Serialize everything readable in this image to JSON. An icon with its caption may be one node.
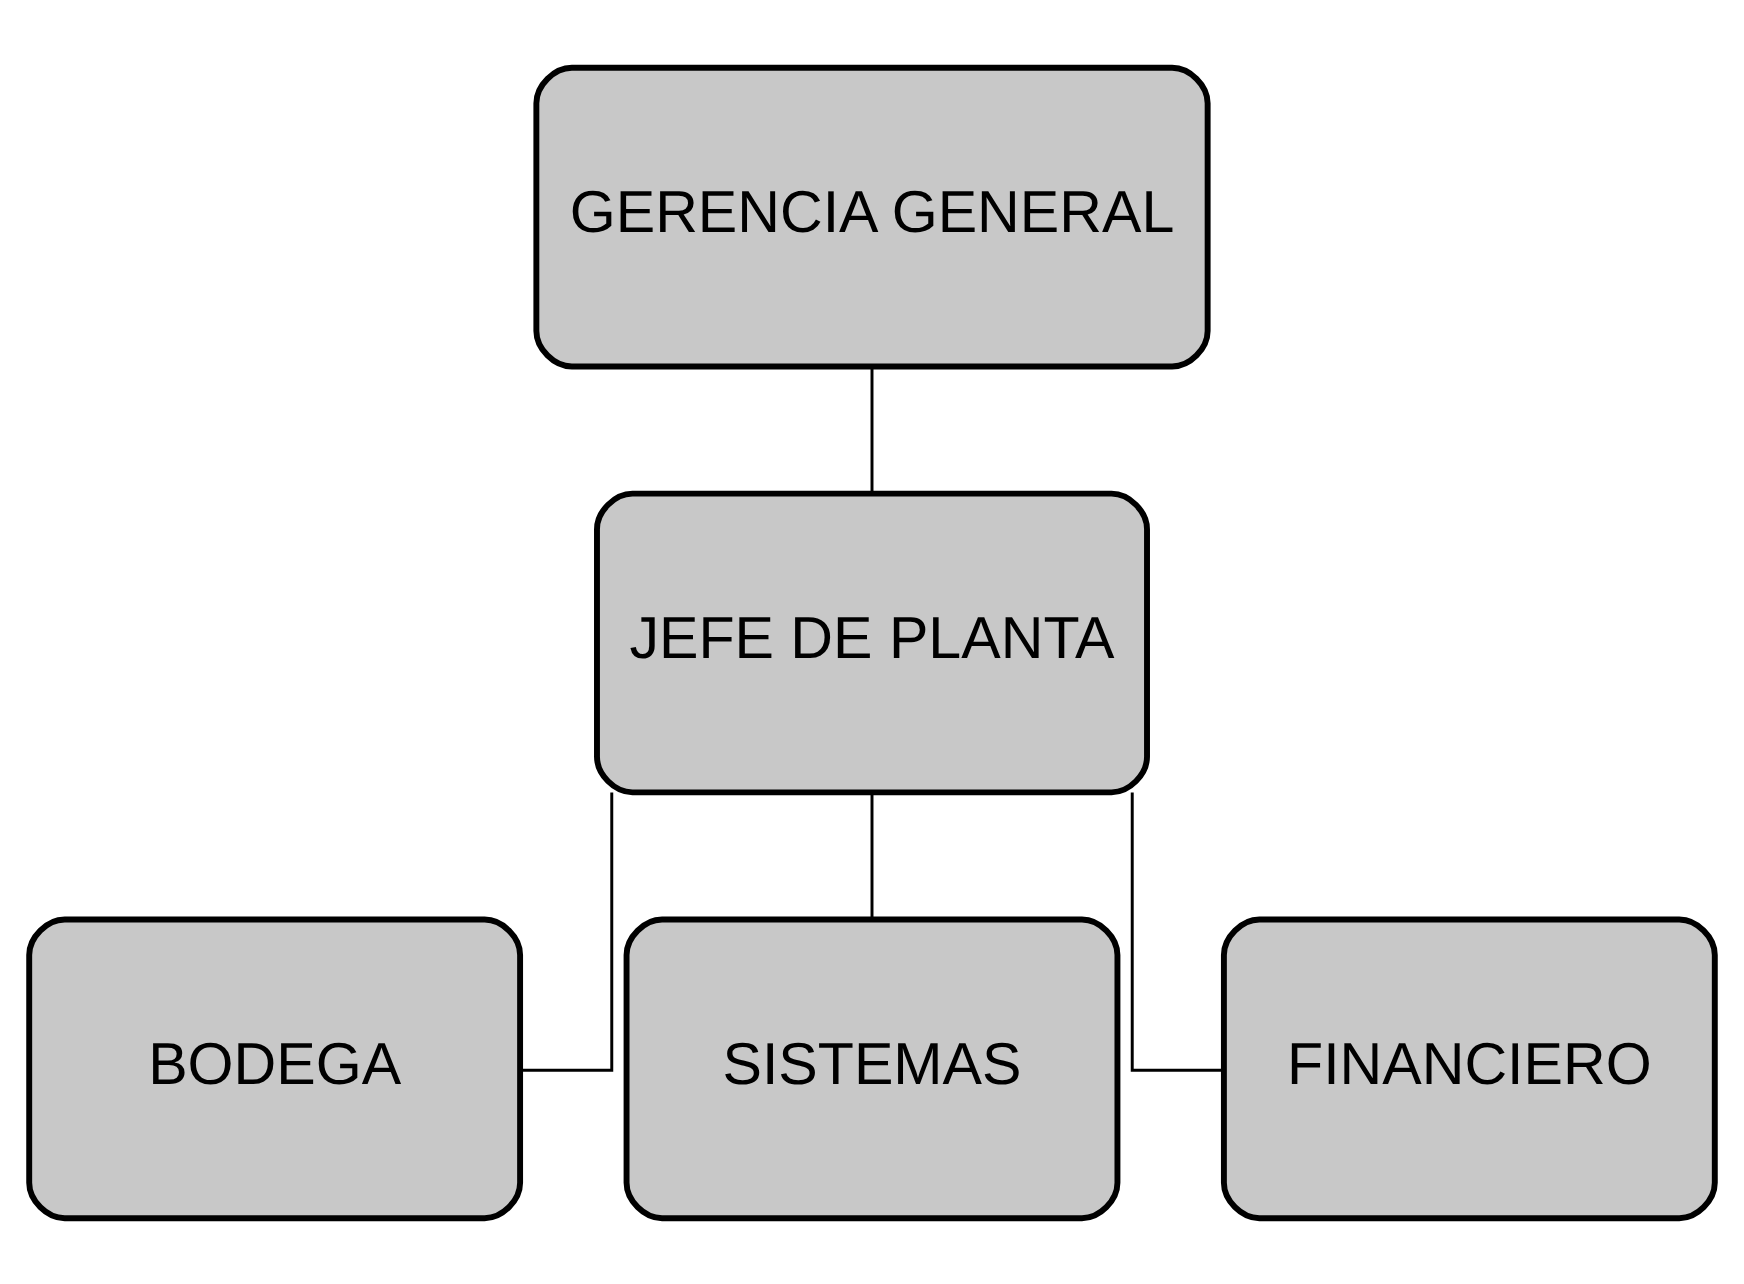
{
  "diagram": {
    "nodes": [
      {
        "text": [
          "GERENCIA GENERAL"
        ]
      },
      {
        "text": [
          "JEFE DE PLANTA"
        ]
      },
      {
        "text": [
          "BODEGA"
        ]
      },
      {
        "text": [
          "SISTEMAS"
        ]
      },
      {
        "text": [
          "FINANCIERO"
        ]
      }
    ],
    "edges": [
      {
        "from": 0,
        "to": 1,
        "arrow": "none"
      },
      {
        "from": 1,
        "to": 2,
        "arrow": "none"
      },
      {
        "from": 1,
        "to": 3,
        "arrow": "none"
      },
      {
        "from": 1,
        "to": 4,
        "arrow": "none"
      }
    ]
  }
}
